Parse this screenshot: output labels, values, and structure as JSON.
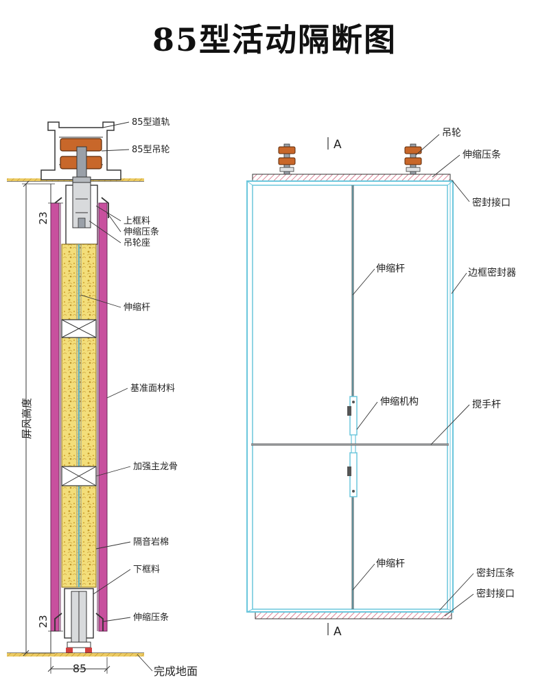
{
  "title": "85型活动隔断图",
  "section": {
    "labels": {
      "track": "85型道轨",
      "hanger": "85型吊轮",
      "top_frame": "上框料",
      "strip_top": "伸缩压条",
      "wheel_seat": "吊轮座",
      "rod": "伸缩杆",
      "base_material": "基准面材料",
      "keel": "加强主龙骨",
      "wool": "隔音岩棉",
      "bottom_frame": "下框料",
      "strip_bottom": "伸缩压条",
      "floor": "完成地面"
    },
    "dims": {
      "top": "23",
      "bottom": "23",
      "width": "85",
      "height": "屏风高度"
    }
  },
  "elevation": {
    "labels": {
      "wheel": "吊轮",
      "strip_top": "伸缩压条",
      "seal_joint_top": "密封接口",
      "rod_top": "伸缩杆",
      "edge_seal": "边框密封器",
      "mechanism": "伸缩机构",
      "handle": "搅手杆",
      "rod_bottom": "伸缩杆",
      "seal_strip_bottom": "密封压条",
      "seal_joint_bottom": "密封接口"
    },
    "section_mark": "A"
  },
  "colors": {
    "wood": "#c8672a",
    "magenta": "#c8509e",
    "wool": "#f2dc70",
    "floor": "#e8c45a",
    "cyan": "#6ac6dc",
    "pink": "#d07a90"
  }
}
